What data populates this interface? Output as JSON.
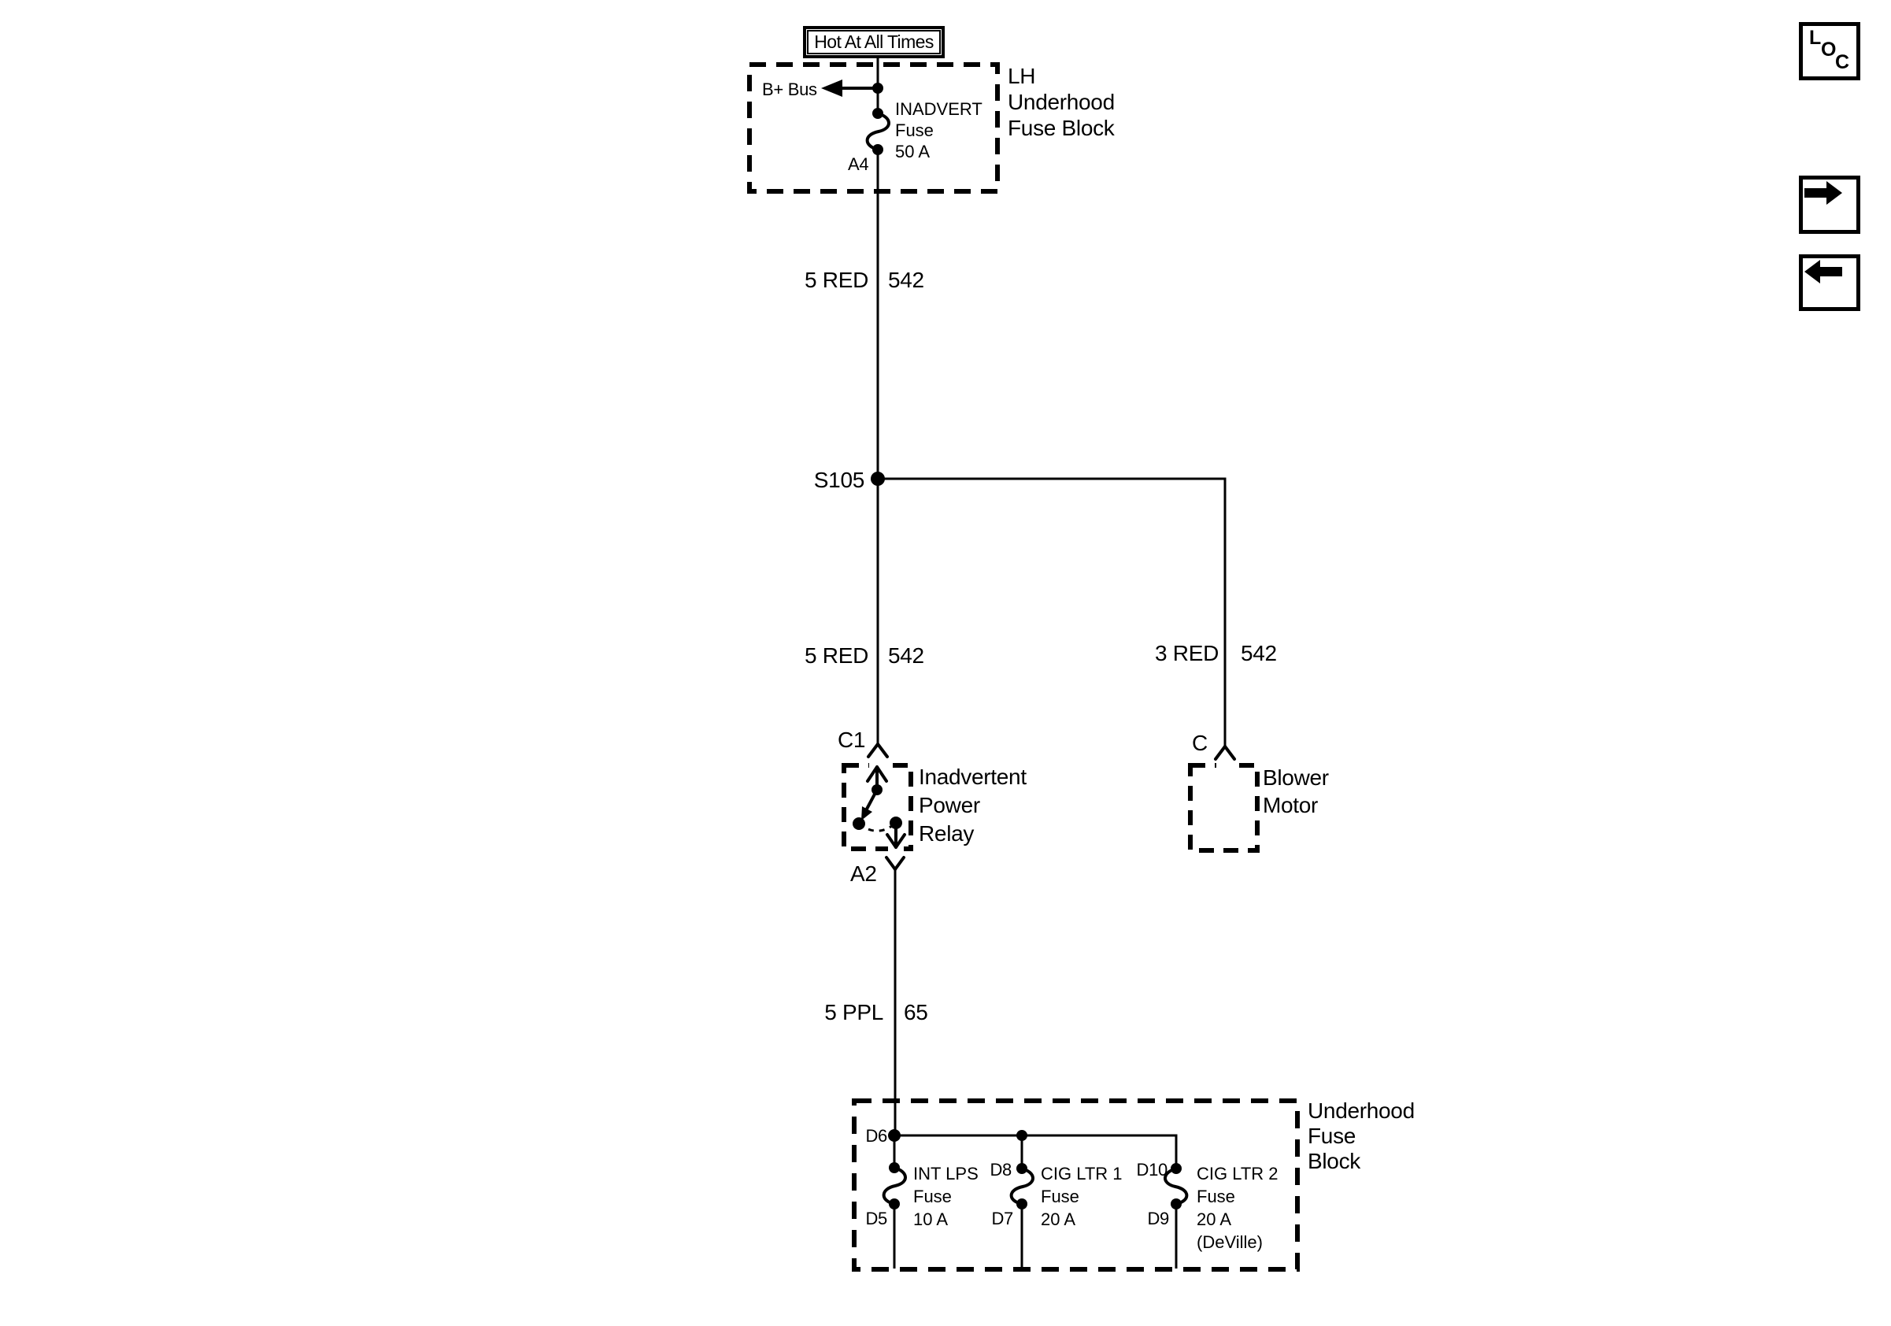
{
  "colors": {
    "ink": "#000000",
    "bg": "#ffffff"
  },
  "banner": {
    "label": "Hot At All Times"
  },
  "lh_block": {
    "title": "LH\nUnderhood\nFuse Block",
    "bus_label": "B+ Bus",
    "fuse": {
      "name": "INADVERT",
      "type": "Fuse",
      "rating": "50 A"
    },
    "terminal_out": "A4"
  },
  "wires": {
    "feed": {
      "size_color": "5 RED",
      "circuit": "542"
    },
    "relay_branch": {
      "size_color": "5 RED",
      "circuit": "542"
    },
    "blower_branch": {
      "size_color": "3 RED",
      "circuit": "542"
    },
    "relay_out": {
      "size_color": "5 PPL",
      "circuit": "65"
    }
  },
  "splice": {
    "label": "S105"
  },
  "relay": {
    "terminal_in": "C1",
    "title": "Inadvertent\nPower\nRelay",
    "terminal_out": "A2"
  },
  "blower": {
    "terminal_in": "C",
    "title": "Blower\nMotor"
  },
  "ufb": {
    "title": "Underhood\nFuse\nBlock",
    "fuses": [
      {
        "top": "D6",
        "bottom": "D5",
        "name": "INT LPS",
        "type": "Fuse",
        "rating": "10 A"
      },
      {
        "top": "D8",
        "bottom": "D7",
        "name": "CIG LTR 1",
        "type": "Fuse",
        "rating": "20 A"
      },
      {
        "top": "D10",
        "bottom": "D9",
        "name": "CIG LTR 2",
        "type": "Fuse",
        "rating": "20 A",
        "note": "(DeVille)"
      }
    ]
  },
  "nav": {
    "loc_letters": [
      "L",
      "O",
      "C"
    ]
  }
}
